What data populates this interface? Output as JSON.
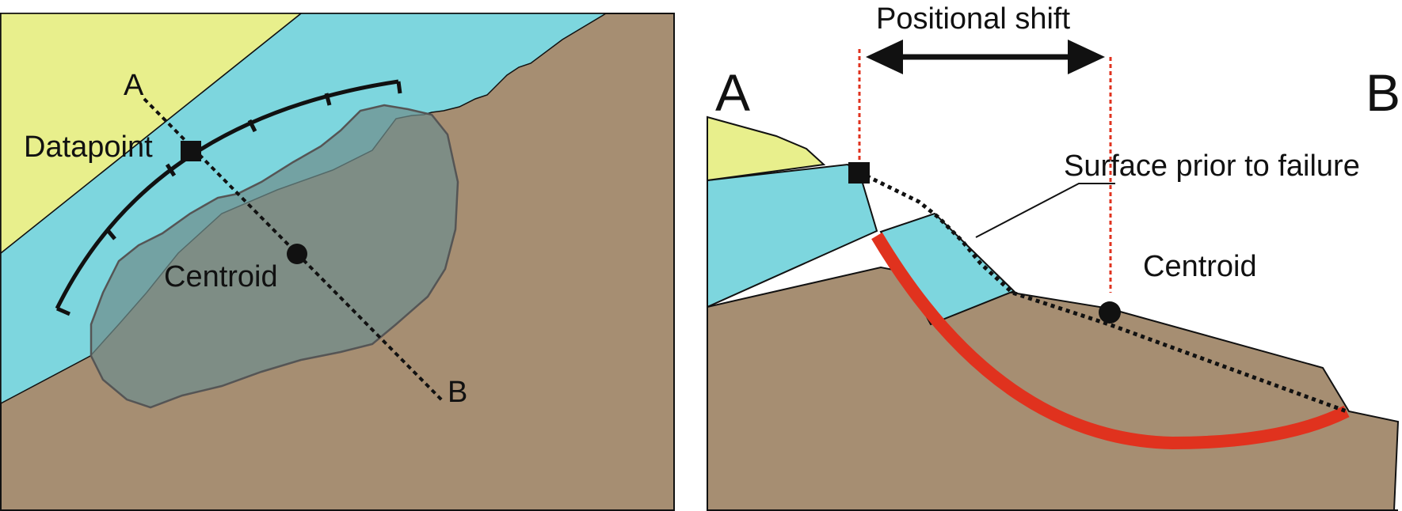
{
  "colors": {
    "bedrock": "#a68e72",
    "water_layer": "#7dd6de",
    "sand_layer": "#e8ef8c",
    "landslide_area": "#7d9a98",
    "failure_surface": "#e0321e",
    "positional_marker": "#e0321e",
    "outline": "#111111"
  },
  "plan_view": {
    "label_a": "A",
    "label_b": "B",
    "datapoint_label": "Datapoint",
    "centroid_label": "Centroid"
  },
  "cross_section": {
    "label_a": "A",
    "label_b": "B",
    "positional_shift_label": "Positional shift",
    "surface_prior_label": "Surface prior to failure",
    "centroid_label": "Centroid"
  }
}
